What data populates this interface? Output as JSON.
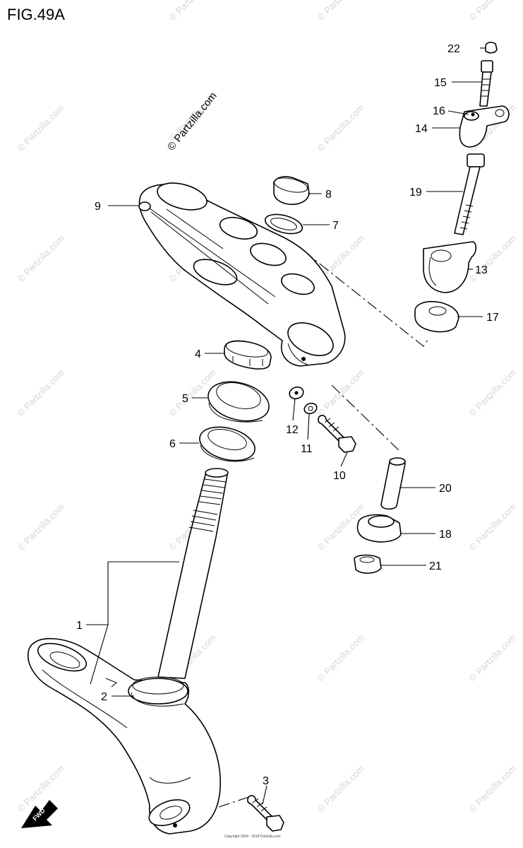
{
  "figure": {
    "title": "FIG.49A",
    "copyright": "© Partzilla.com",
    "watermark": "© Partzilla.com",
    "footer_small": "Copyright 2004 - 2018 Partzilla.com",
    "fwd_label": "FWD"
  },
  "callouts": [
    {
      "id": "c1",
      "number": "1"
    },
    {
      "id": "c2",
      "number": "2"
    },
    {
      "id": "c3",
      "number": "3"
    },
    {
      "id": "c4",
      "number": "4"
    },
    {
      "id": "c5",
      "number": "5"
    },
    {
      "id": "c6",
      "number": "6"
    },
    {
      "id": "c7",
      "number": "7"
    },
    {
      "id": "c8",
      "number": "8"
    },
    {
      "id": "c9",
      "number": "9"
    },
    {
      "id": "c10",
      "number": "10"
    },
    {
      "id": "c11",
      "number": "11"
    },
    {
      "id": "c12",
      "number": "12"
    },
    {
      "id": "c13",
      "number": "13"
    },
    {
      "id": "c14",
      "number": "14"
    },
    {
      "id": "c15",
      "number": "15"
    },
    {
      "id": "c16",
      "number": "16"
    },
    {
      "id": "c17",
      "number": "17"
    },
    {
      "id": "c18",
      "number": "18"
    },
    {
      "id": "c19",
      "number": "19"
    },
    {
      "id": "c20",
      "number": "20"
    },
    {
      "id": "c21",
      "number": "21"
    },
    {
      "id": "c22",
      "number": "22"
    }
  ]
}
